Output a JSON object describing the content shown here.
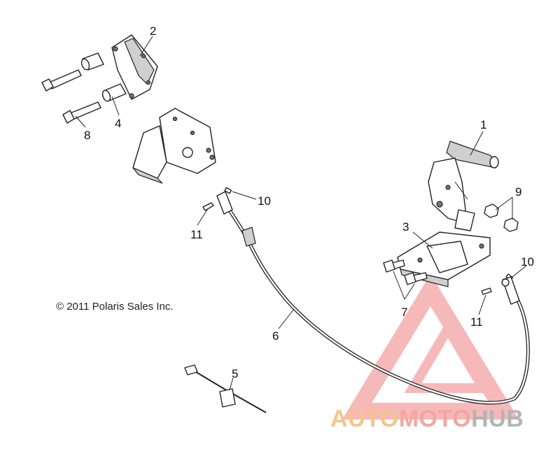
{
  "copyright": "© 2011 Polaris Sales Inc.",
  "watermark": {
    "part1": "AUTO",
    "part2": "MOTO",
    "part3": "HUB",
    "colors": {
      "auto": "#f5c58a",
      "moto": "#f3a6a0",
      "hub": "#b4b4b4",
      "logo": "#f08080"
    }
  },
  "callouts": {
    "c1": "1",
    "c2": "2",
    "c3": "3",
    "c4": "4",
    "c5": "5",
    "c6": "6",
    "c7": "7",
    "c8": "8",
    "c9": "9",
    "c10a": "10",
    "c10b": "10",
    "c11a": "11",
    "c11b": "11"
  }
}
